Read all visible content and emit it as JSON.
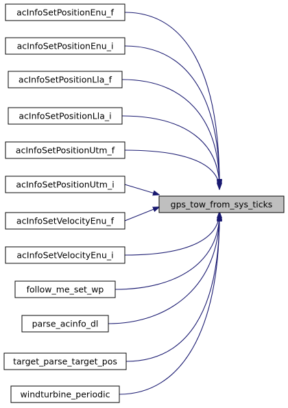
{
  "target": {
    "label": "gps_tow_from_sys_ticks"
  },
  "callers": [
    {
      "label": "acInfoSetPositionEnu_f"
    },
    {
      "label": "acInfoSetPositionEnu_i"
    },
    {
      "label": "acInfoSetPositionLla_f"
    },
    {
      "label": "acInfoSetPositionLla_i"
    },
    {
      "label": "acInfoSetPositionUtm_f"
    },
    {
      "label": "acInfoSetPositionUtm_i"
    },
    {
      "label": "acInfoSetVelocityEnu_f"
    },
    {
      "label": "acInfoSetVelocityEnu_i"
    },
    {
      "label": "follow_me_set_wp"
    },
    {
      "label": "parse_acinfo_dl"
    },
    {
      "label": "target_parse_target_pos"
    },
    {
      "label": "windturbine_periodic"
    }
  ],
  "colors": {
    "edge": "#191970",
    "target_fill": "#bfbfbf",
    "node_fill": "#ffffff",
    "border": "#000000"
  }
}
